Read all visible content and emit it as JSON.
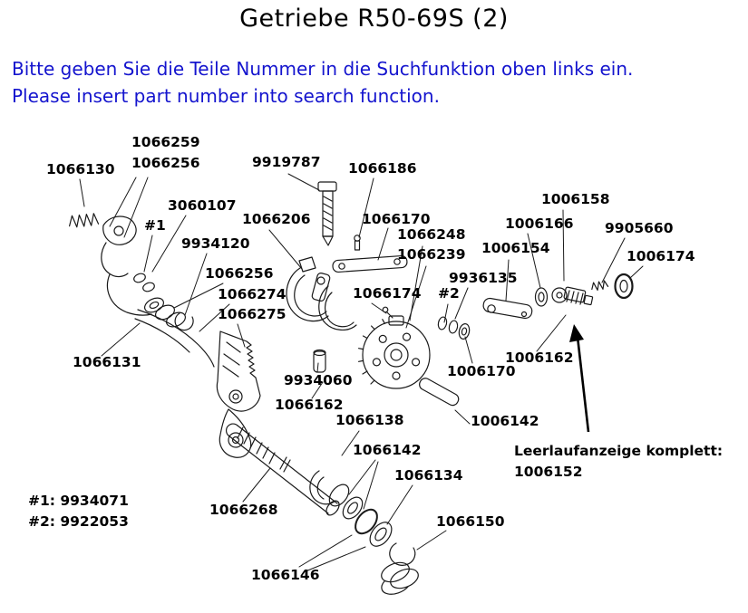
{
  "title": "Getriebe R50-69S (2)",
  "instructions": {
    "de": "Bitte geben Sie die Teile Nummer in die Suchfunktion oben links ein.",
    "en": "Please insert part number into search function."
  },
  "colors": {
    "instruction_text": "#1414CE",
    "drawing_ink": "#1a1a1a"
  },
  "diagram": {
    "labels": [
      "1066259",
      "1066256",
      "9919787",
      "1066186",
      "1066130",
      "3060107",
      "#1",
      "1066206",
      "1066170",
      "1006158",
      "1066248",
      "1006166",
      "9905660",
      "9934120",
      "1066239",
      "1006154",
      "1006174",
      "1066256",
      "9936135",
      "#2",
      "1066274",
      "1066174",
      "1066275",
      "1066131",
      "1006162",
      "9934060",
      "1006170",
      "1066162",
      "1066138",
      "1006142",
      "1066142",
      "Leerlaufanzeige komplett:",
      "1006152",
      "1066134",
      "#1: 9934071",
      "#2: 9922053",
      "1066268",
      "1066150",
      "1066146"
    ]
  }
}
